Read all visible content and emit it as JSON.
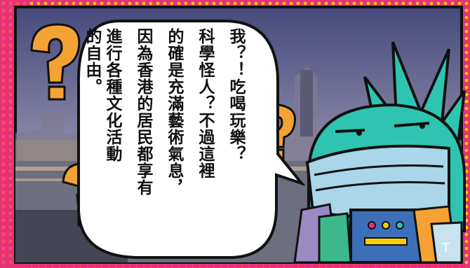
{
  "speech_bubble": {
    "columns": [
      "我？！吃喝玩樂？",
      "科學怪人？不過這裡",
      "的確是充滿藝術氣息，",
      "因為香港的居民都享有",
      "進行各種文化活動",
      "的自由。"
    ]
  },
  "colors": {
    "border_pink": "#e8317a",
    "dots_yellow": "#f5d000",
    "character_green": "#2fc4b2",
    "mask_blue": "#a9d6e8",
    "question_orange": "#f4a233"
  },
  "icons": [
    "question-mark-icon",
    "shopping-bag-icon"
  ]
}
